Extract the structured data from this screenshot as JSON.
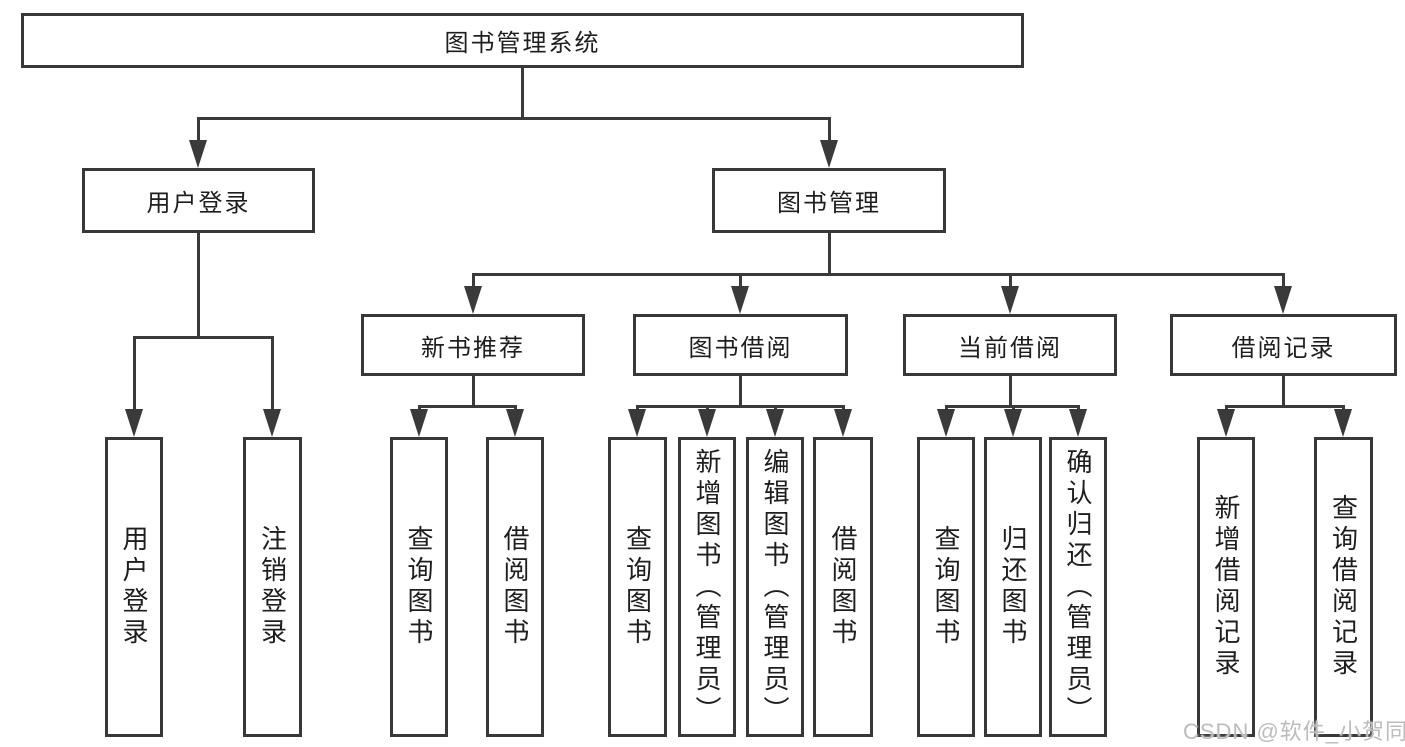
{
  "diagram": {
    "type": "hierarchy-tree",
    "orientation": "top-down",
    "colors": {
      "background": "#ffffff",
      "box_border": "#383838",
      "connector_line": "#3a3a3a",
      "text": "#1e1e1e",
      "watermark_text": "#bcbcbc"
    }
  },
  "tree": {
    "label": "图书管理系统",
    "children": [
      {
        "label": "用户登录",
        "children": [
          {
            "label": "用户登录"
          },
          {
            "label": "注销登录"
          }
        ]
      },
      {
        "label": "图书管理",
        "children": [
          {
            "label": "新书推荐",
            "children": [
              {
                "label": "查询图书"
              },
              {
                "label": "借阅图书"
              }
            ]
          },
          {
            "label": "图书借阅",
            "children": [
              {
                "label": "查询图书"
              },
              {
                "label": "新增图书（管理员）"
              },
              {
                "label": "编辑图书（管理员）"
              },
              {
                "label": "借阅图书"
              }
            ]
          },
          {
            "label": "当前借阅",
            "children": [
              {
                "label": "查询图书"
              },
              {
                "label": "归还图书"
              },
              {
                "label": "确认归还（管理员）"
              }
            ]
          },
          {
            "label": "借阅记录",
            "children": [
              {
                "label": "新增借阅记录"
              },
              {
                "label": "查询借阅记录"
              }
            ]
          }
        ]
      }
    ]
  },
  "watermark": {
    "text": "CSDN @软件_小贺同学"
  }
}
